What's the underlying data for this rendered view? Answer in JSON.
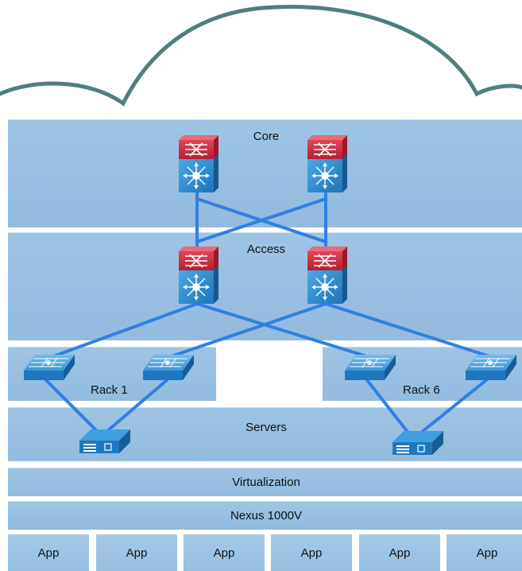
{
  "diagram": {
    "layers": {
      "core": "Core",
      "access": "Access",
      "servers": "Servers",
      "virtualization": "Virtualization",
      "nexus": "Nexus 1000V"
    },
    "racks": [
      "Rack 1",
      "Rack 6"
    ],
    "apps": [
      "App",
      "App",
      "App",
      "App",
      "App",
      "App"
    ],
    "colors": {
      "band": "#9cc2e3",
      "link": "#2f7fe0",
      "cloud_outline": "#4e7f7e",
      "router_top": "#c8283c",
      "switch_body": "#2a8ccf"
    }
  }
}
